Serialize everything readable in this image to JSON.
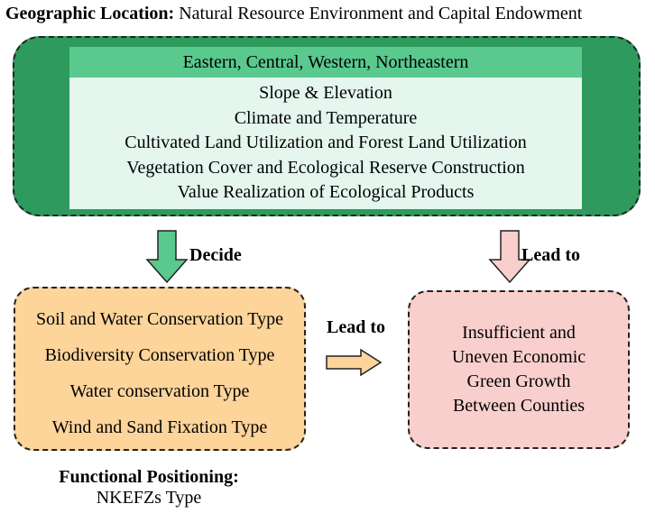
{
  "header": {
    "title_bold": "Geographic Location:",
    "title_rest": " Natural Resource Environment and Capital Endowment"
  },
  "geo": {
    "regions": "Eastern, Central, Western, Northeastern",
    "factors": [
      "Slope & Elevation",
      "Climate and Temperature",
      "Cultivated Land Utilization and Forest Land Utilization",
      "Vegetation Cover and Ecological Reserve Construction",
      "Value Realization of Ecological Products"
    ]
  },
  "arrows": {
    "decide": "Decide",
    "lead_to_right": "Lead to",
    "lead_to_middle": "Lead to"
  },
  "types": [
    "Soil and Water Conservation Type",
    "Biodiversity Conservation Type",
    "Water conservation Type",
    "Wind and Sand Fixation Type"
  ],
  "result": [
    "Insufficient and",
    "Uneven Economic",
    "Green Growth",
    "Between Counties"
  ],
  "functional": {
    "title": "Functional Positioning:",
    "value": "NKEFZs Type"
  },
  "colors": {
    "outer_green": "#2e9a5e",
    "bar_green": "#59c98e",
    "pale_green": "#e4f6ee",
    "orange": "#fdd49a",
    "pink": "#f9cfcd"
  }
}
